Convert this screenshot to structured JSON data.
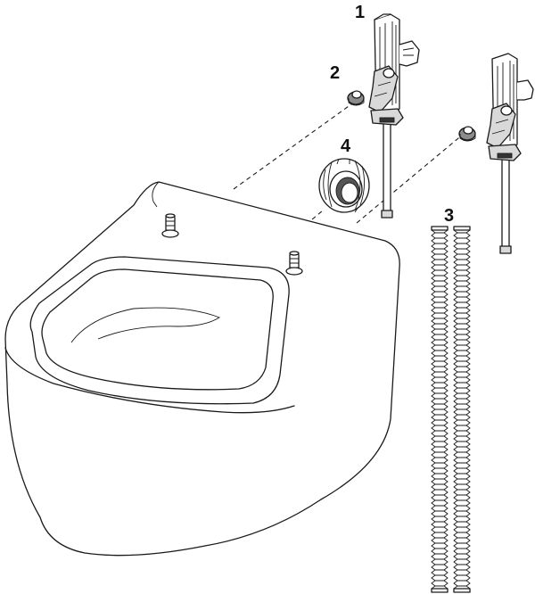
{
  "callouts": {
    "c1": "1",
    "c2": "2",
    "c3": "3",
    "c4": "4"
  },
  "colors": {
    "line": "#1a1a1a",
    "fill": "#ffffff",
    "part_grey": "#d9d9d9"
  }
}
